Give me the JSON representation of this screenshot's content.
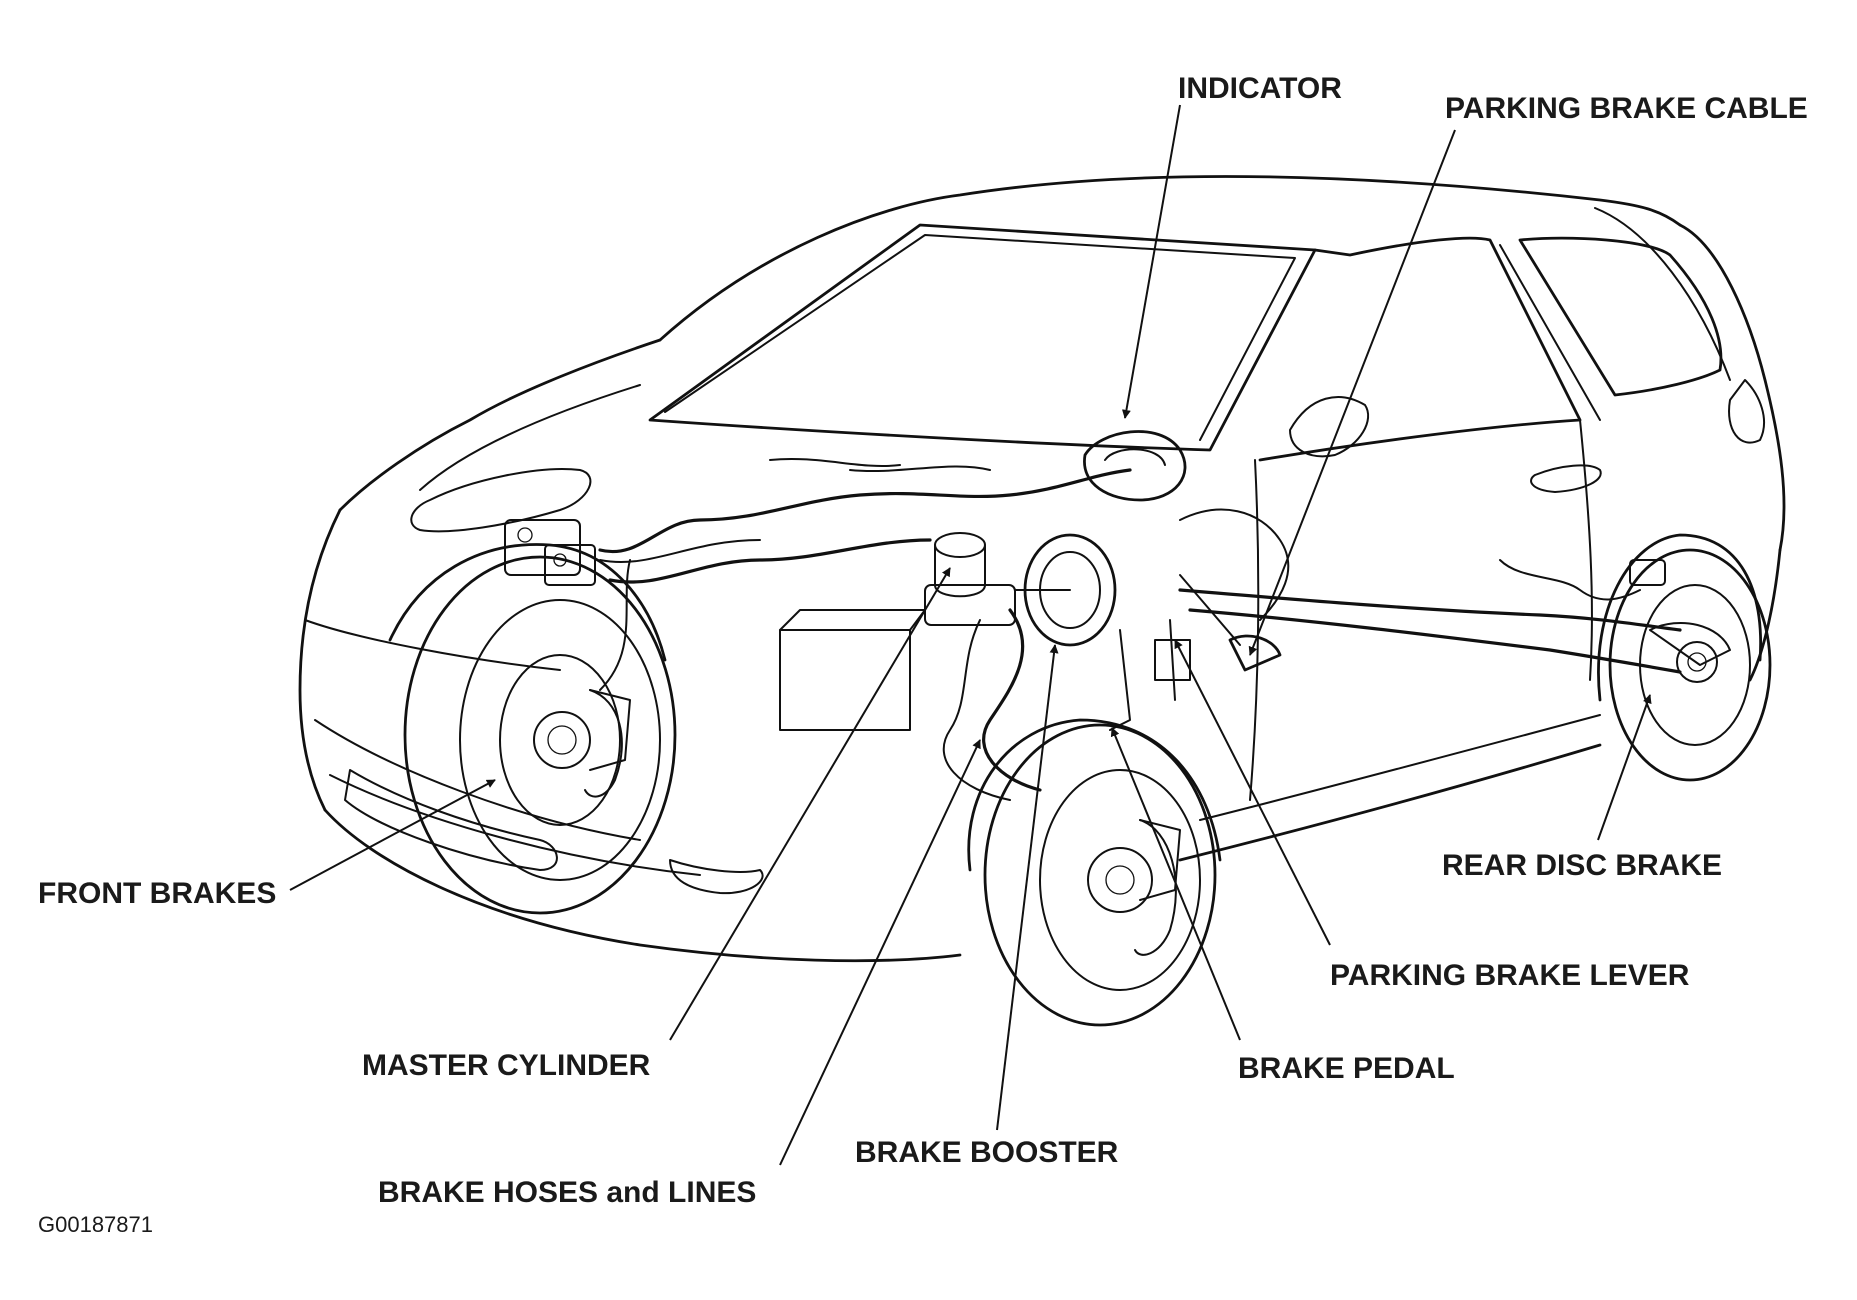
{
  "figure_id": "G00187871",
  "labels": {
    "indicator": "INDICATOR",
    "parking_brake_cable": "PARKING BRAKE CABLE",
    "rear_disc_brake": "REAR DISC BRAKE",
    "parking_brake_lever": "PARKING BRAKE LEVER",
    "brake_pedal": "BRAKE PEDAL",
    "brake_booster": "BRAKE BOOSTER",
    "brake_hoses_lines": "BRAKE HOSES and LINES",
    "master_cylinder": "MASTER CYLINDER",
    "front_brakes": "FRONT BRAKES"
  },
  "colors": {
    "ink": "#111111",
    "background": "#ffffff"
  }
}
